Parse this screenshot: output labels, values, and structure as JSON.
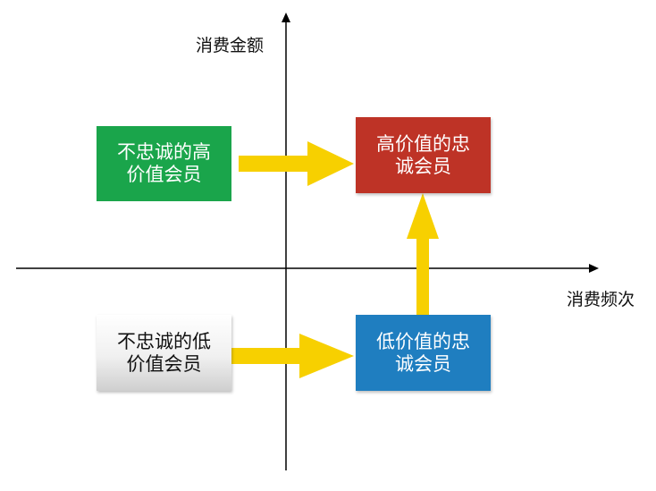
{
  "axes": {
    "y_label": "消费金额",
    "x_label": "消费频次"
  },
  "quadrants": {
    "top_left": {
      "line1": "不忠诚的高",
      "line2": "价值会员",
      "color": "#1aa54b"
    },
    "top_right": {
      "line1": "高价值的忠",
      "line2": "诚会员",
      "color": "#be3326"
    },
    "bottom_left": {
      "line1": "不忠诚的低",
      "line2": "价值会员",
      "color": "#e6e6e6"
    },
    "bottom_right": {
      "line1": "低价值的忠",
      "line2": "诚会员",
      "color": "#1f7ec0"
    }
  },
  "arrow_color": "#f7d000",
  "axis_color": "#000000"
}
